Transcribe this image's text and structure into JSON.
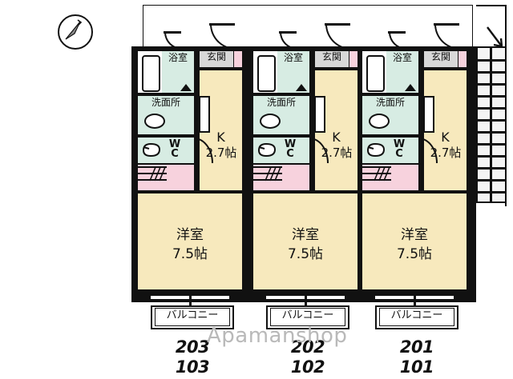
{
  "document": {
    "kind": "floor-plan",
    "watermark": "Apamanshop",
    "compass_icon": "north-arrow-icon",
    "stair_icon": "staircase-up-icon"
  },
  "palette": {
    "wall": "#111111",
    "living": "#f7e9bd",
    "wet_area": "#d7ece3",
    "kitchen_fixture": "#f7d2dd",
    "entrance_tile": "#d8d8d8",
    "background": "#ffffff",
    "watermark": "#b9b9b9"
  },
  "labels": {
    "bath": "浴室",
    "washroom": "洗面所",
    "toilet": "WC",
    "entrance": "玄関",
    "kitchen": "K",
    "kitchen_size": "2.7帖",
    "western_room": "洋室",
    "western_room_size": "7.5帖",
    "balcony": "バルコニー"
  },
  "units": [
    {
      "id": "unit-left",
      "room_numbers": {
        "upper": "203",
        "lower": "103"
      },
      "rooms": {
        "bath": "浴室",
        "washroom": "洗面所",
        "toilet": "WC",
        "entrance": "玄関",
        "kitchen_label": "K",
        "kitchen_size": "2.7帖",
        "main_room": "洋室",
        "main_room_size": "7.5帖",
        "balcony": "バルコニー"
      }
    },
    {
      "id": "unit-middle",
      "room_numbers": {
        "upper": "202",
        "lower": "102"
      },
      "rooms": {
        "bath": "浴室",
        "washroom": "洗面所",
        "toilet": "WC",
        "entrance": "玄関",
        "kitchen_label": "K",
        "kitchen_size": "2.7帖",
        "main_room": "洋室",
        "main_room_size": "7.5帖",
        "balcony": "バルコニー"
      }
    },
    {
      "id": "unit-right",
      "room_numbers": {
        "upper": "201",
        "lower": "101"
      },
      "rooms": {
        "bath": "浴室",
        "washroom": "洗面所",
        "toilet": "WC",
        "entrance": "玄関",
        "kitchen_label": "K",
        "kitchen_size": "2.7帖",
        "main_room": "洋室",
        "main_room_size": "7.5帖",
        "balcony": "バルコニー"
      }
    }
  ]
}
